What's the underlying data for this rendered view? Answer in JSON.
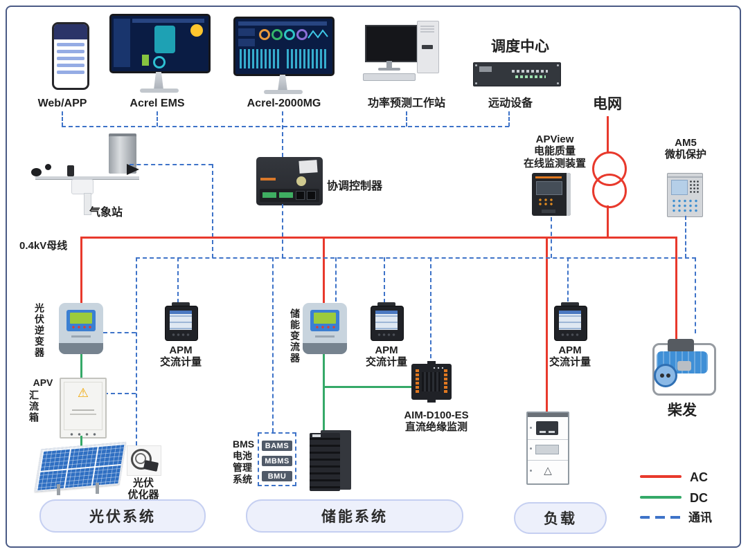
{
  "labels": {
    "web_app": "Web/APP",
    "acrel_ems": "Acrel EMS",
    "acrel_2000mg": "Acrel-2000MG",
    "power_forecast": "功率预测工作站",
    "dispatch_center": "调度中心",
    "remote_device": "远动设备",
    "grid": "电网",
    "weather_station": "气象站",
    "coordinator": "协调控制器",
    "busbar": "0.4kV母线",
    "pv_inverter": "光伏逆变器",
    "es_converter": "储能变流器",
    "diesel": "柴发",
    "pv_system": "光伏系统",
    "es_system": "储能系统",
    "load": "负载"
  },
  "apview": [
    "APView",
    "电能质量",
    "在线监测装置"
  ],
  "am5": [
    "AM5",
    "微机保护"
  ],
  "apm": [
    "APM",
    "交流计量"
  ],
  "aim": [
    "AIM-D100-ES",
    "直流绝缘监测"
  ],
  "combiner": {
    "line1": "APV",
    "line2": "汇流箱"
  },
  "optimizer": [
    "光伏",
    "优化器"
  ],
  "bms": {
    "lines": [
      "BMS",
      "电池",
      "管理",
      "系统"
    ],
    "modules": [
      "BAMS",
      "MBMS",
      "BMU"
    ]
  },
  "legend": [
    {
      "label": "AC",
      "style": "solid",
      "color": "#e8392c"
    },
    {
      "label": "DC",
      "style": "solid",
      "color": "#35a968"
    },
    {
      "label": "通讯",
      "style": "dashed",
      "color": "#3e73c8"
    }
  ],
  "icons": {
    "warning": "⚠",
    "triangle": "△"
  },
  "colors": {
    "ac": "#e8392c",
    "dc": "#35a968",
    "comm": "#3e73c8",
    "frame": "#4a5a85",
    "pill_bg": "#edf0fb",
    "pill_border": "#c5cff1"
  }
}
